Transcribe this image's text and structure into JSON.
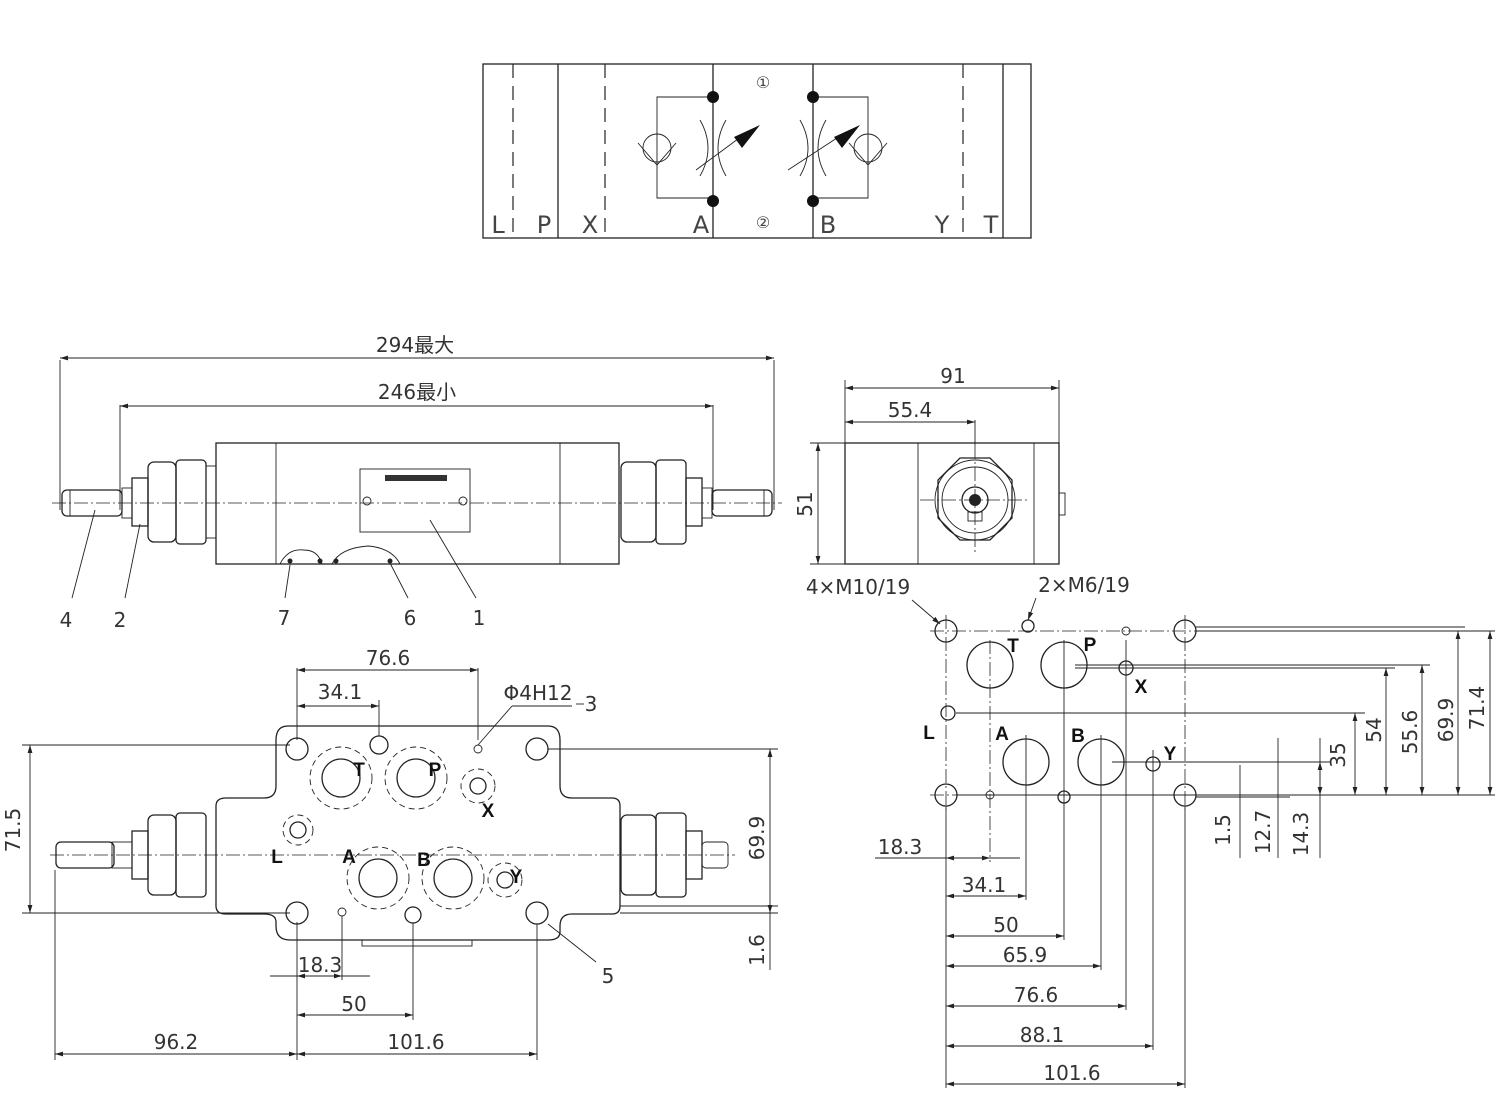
{
  "symbol": {
    "ports": [
      "L",
      "P",
      "X",
      "A",
      "B",
      "Y",
      "T"
    ],
    "circle_top": "①",
    "circle_bottom": "②"
  },
  "front_view": {
    "dim_max": "294最大",
    "dim_min": "246最小",
    "callouts": [
      "4",
      "2",
      "7",
      "6",
      "1"
    ]
  },
  "side_view": {
    "dim_width": "91",
    "dim_offset": "55.4",
    "dim_height": "51"
  },
  "bottom_view": {
    "dims": {
      "d766": "76.6",
      "d341": "34.1",
      "hole": "Φ4H12",
      "d715": "71.5",
      "d699": "69.9",
      "d16": "1.6",
      "d183": "18.3",
      "d50": "50",
      "d962": "96.2",
      "d1016": "101.6"
    },
    "callouts": [
      "3",
      "5"
    ],
    "port_labels": [
      "T",
      "P",
      "X",
      "L",
      "A",
      "B",
      "Y"
    ]
  },
  "mount_pattern": {
    "thread_big": "4×M10/19",
    "thread_small": "2×M6/19",
    "port_labels": [
      "T",
      "P",
      "X",
      "L",
      "A",
      "B",
      "Y"
    ],
    "horizontal_dims": [
      "18.3",
      "34.1",
      "50",
      "65.9",
      "76.6",
      "88.1",
      "101.6"
    ],
    "vertical_dims": [
      "54",
      "55.6",
      "69.9",
      "71.4",
      "35",
      "1.5",
      "12.7",
      "14.3"
    ]
  }
}
